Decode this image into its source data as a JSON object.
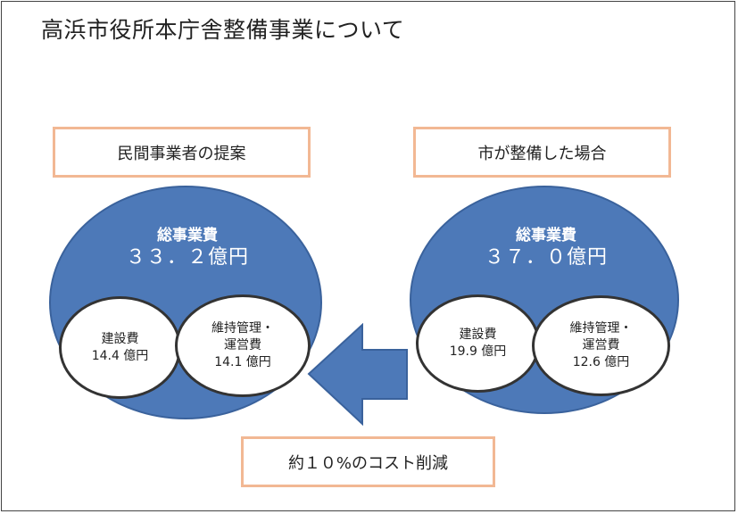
{
  "title": "高浜市役所本庁舎整備事業について",
  "left": {
    "label": "民間事業者の提案",
    "total_label": "総事業費",
    "total_value": "３３．２億円",
    "construction": {
      "label": "建設費",
      "value": "14.4 億円"
    },
    "maintenance": {
      "label1": "維持管理・",
      "label2": "運営費",
      "value": "14.1 億円"
    }
  },
  "right": {
    "label": "市が整備した場合",
    "total_label": "総事業費",
    "total_value": "３７．０億円",
    "construction": {
      "label": "建設費",
      "value": "19.9 億円"
    },
    "maintenance": {
      "label1": "維持管理・",
      "label2": "運営費",
      "value": "12.6 億円"
    }
  },
  "bottom_label": "約１０%のコスト削減",
  "colors": {
    "circle_fill": "#4d79b8",
    "box_border": "#f2b894",
    "arrow_fill": "#4d79b8"
  },
  "icons": {
    "arrow": "left-arrow-icon"
  }
}
